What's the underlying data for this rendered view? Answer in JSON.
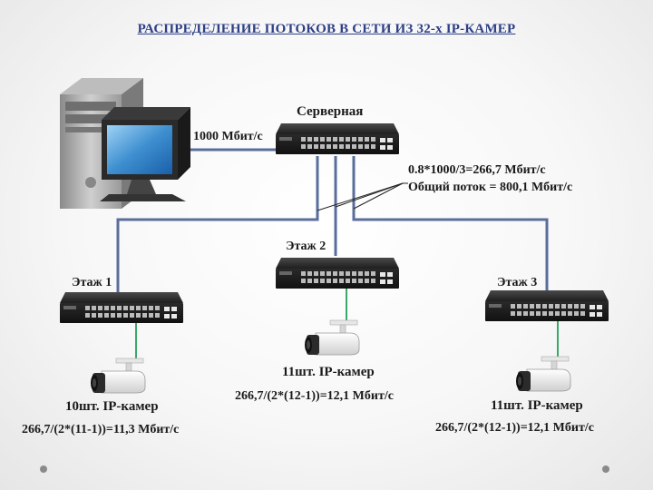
{
  "title": "РАСПРЕДЕЛЕНИЕ ПОТОКОВ В СЕТИ ИЗ 32-х IP-КАМЕР",
  "server_room": {
    "label": "Серверная",
    "uplink_label": "1000 Мбит/с",
    "per_link_formula": "0.8*1000/3=266,7 Мбит/с",
    "total_flow": "Общий поток = 800,1 Мбит/с"
  },
  "floors": [
    {
      "label": "Этаж 1",
      "cameras": "10шт. IP-камер",
      "per_camera_formula": "266,7/(2*(11-1))=11,3 Мбит/с"
    },
    {
      "label": "Этаж 2",
      "cameras": "11шт. IP-камер",
      "per_camera_formula": "266,7/(2*(12-1))=12,1 Мбит/с"
    },
    {
      "label": "Этаж 3",
      "cameras": "11шт. IP-камер",
      "per_camera_formula": "266,7/(2*(12-1))=12,1 Мбит/с"
    }
  ],
  "colors": {
    "title": "#2d3f86",
    "trunk_link": "#5a6e9c",
    "camera_link": "#3aa86b"
  }
}
